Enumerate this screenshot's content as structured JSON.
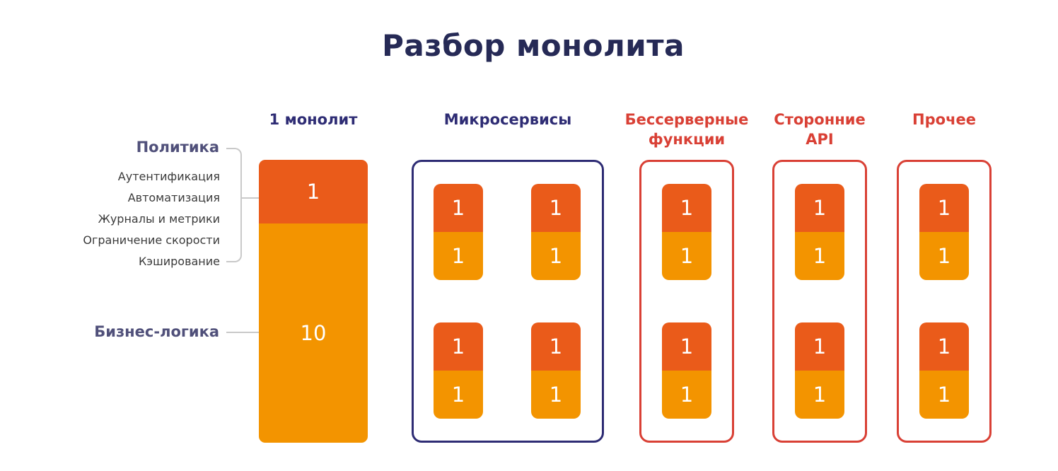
{
  "title": "Разбор монолита",
  "colors": {
    "navy": "#2e2c74",
    "red": "#d94035",
    "policy_orange": "#ea5b1a",
    "logic_orange": "#f39400",
    "bracket_grey": "#c9c9c9"
  },
  "left_labels": {
    "policy_title": "Политика",
    "policy_items": [
      "Аутентификация",
      "Автоматизация",
      "Журналы и метрики",
      "Ограничение скорости",
      "Кэширование"
    ],
    "business_logic": "Бизнес-логика"
  },
  "columns": {
    "monolith": {
      "heading": "1 монолит",
      "policy_value": "1",
      "logic_value": "10"
    },
    "microservices": {
      "heading": "Микросервисы",
      "units": [
        {
          "top": "1",
          "bottom": "1"
        },
        {
          "top": "1",
          "bottom": "1"
        },
        {
          "top": "1",
          "bottom": "1"
        },
        {
          "top": "1",
          "bottom": "1"
        }
      ]
    },
    "serverless": {
      "heading": "Бессерверные\nфункции",
      "units": [
        {
          "top": "1",
          "bottom": "1"
        },
        {
          "top": "1",
          "bottom": "1"
        }
      ]
    },
    "third_party": {
      "heading": "Сторонние\nAPI",
      "units": [
        {
          "top": "1",
          "bottom": "1"
        },
        {
          "top": "1",
          "bottom": "1"
        }
      ]
    },
    "other": {
      "heading": "Прочее",
      "units": [
        {
          "top": "1",
          "bottom": "1"
        },
        {
          "top": "1",
          "bottom": "1"
        }
      ]
    }
  }
}
